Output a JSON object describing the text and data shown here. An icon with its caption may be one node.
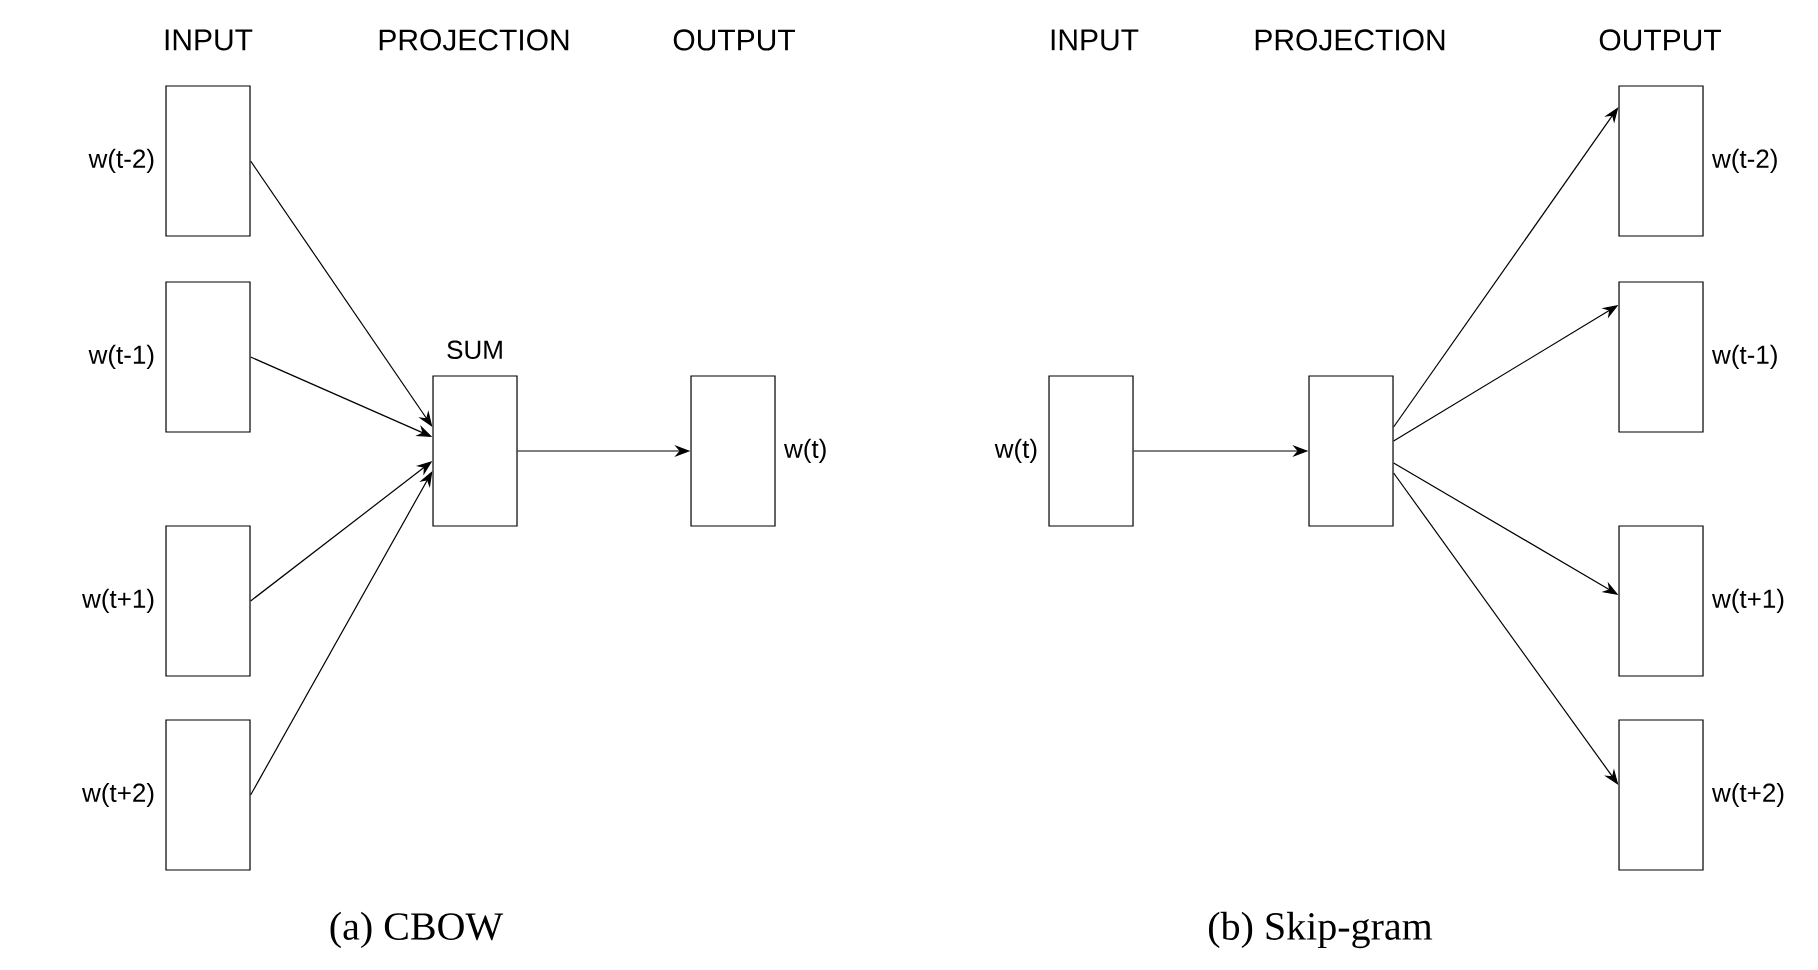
{
  "diagram": {
    "nodes": [
      {
        "text": [],
        "shape": "box",
        "beside": [
          "w(t-2)"
        ]
      },
      {
        "text": [],
        "shape": "box",
        "beside": [
          "w(t-1)"
        ]
      },
      {
        "text": [],
        "shape": "box",
        "beside": [
          "w(t+1)"
        ]
      },
      {
        "text": [],
        "shape": "box",
        "beside": [
          "w(t+2)"
        ]
      },
      {
        "text": [],
        "shape": "box",
        "beside": [
          "SUM"
        ]
      },
      {
        "text": [],
        "shape": "box",
        "beside": [
          "w(t)"
        ]
      },
      {
        "text": [],
        "shape": "box",
        "beside": [
          "w(t)"
        ]
      },
      {
        "text": [],
        "shape": "box"
      },
      {
        "text": [],
        "shape": "box",
        "beside": [
          "w(t-2)"
        ]
      },
      {
        "text": [],
        "shape": "box",
        "beside": [
          "w(t-1)"
        ]
      },
      {
        "text": [],
        "shape": "box",
        "beside": [
          "w(t+1)"
        ]
      },
      {
        "text": [],
        "shape": "box",
        "beside": [
          "w(t+2)"
        ]
      }
    ],
    "edges": [
      {
        "from": 0,
        "to": 4,
        "arrow": "to"
      },
      {
        "from": 1,
        "to": 4,
        "arrow": "to"
      },
      {
        "from": 2,
        "to": 4,
        "arrow": "to"
      },
      {
        "from": 3,
        "to": 4,
        "arrow": "to"
      },
      {
        "from": 4,
        "to": 5,
        "arrow": "to"
      },
      {
        "from": 6,
        "to": 7,
        "arrow": "to"
      },
      {
        "from": 7,
        "to": 8,
        "arrow": "to"
      },
      {
        "from": 7,
        "to": 9,
        "arrow": "to"
      },
      {
        "from": 7,
        "to": 10,
        "arrow": "to"
      },
      {
        "from": 7,
        "to": 11,
        "arrow": "to"
      }
    ],
    "labels": [
      "INPUT",
      "PROJECTION",
      "OUTPUT",
      "INPUT",
      "PROJECTION",
      "OUTPUT",
      "(a) CBOW",
      "(b) Skip-gram"
    ]
  }
}
